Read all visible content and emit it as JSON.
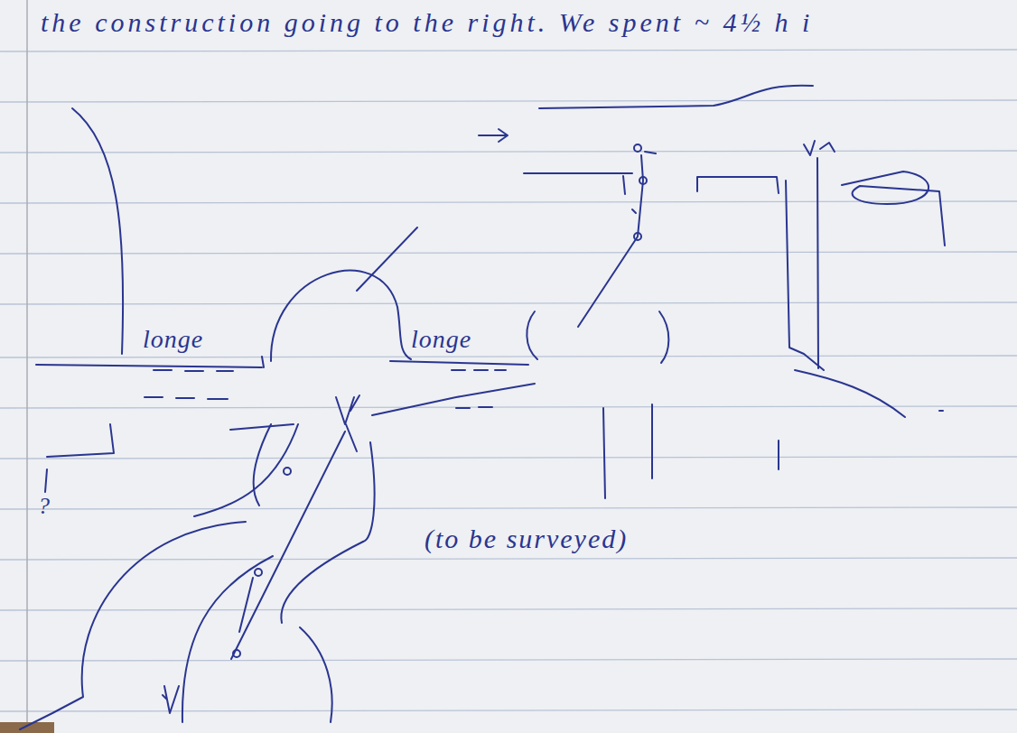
{
  "diagram": {
    "labels": [
      "the construction going to the right. We spent ~ 4½ h i",
      "longe",
      "longe",
      "(to be surveyed)",
      "?"
    ]
  }
}
